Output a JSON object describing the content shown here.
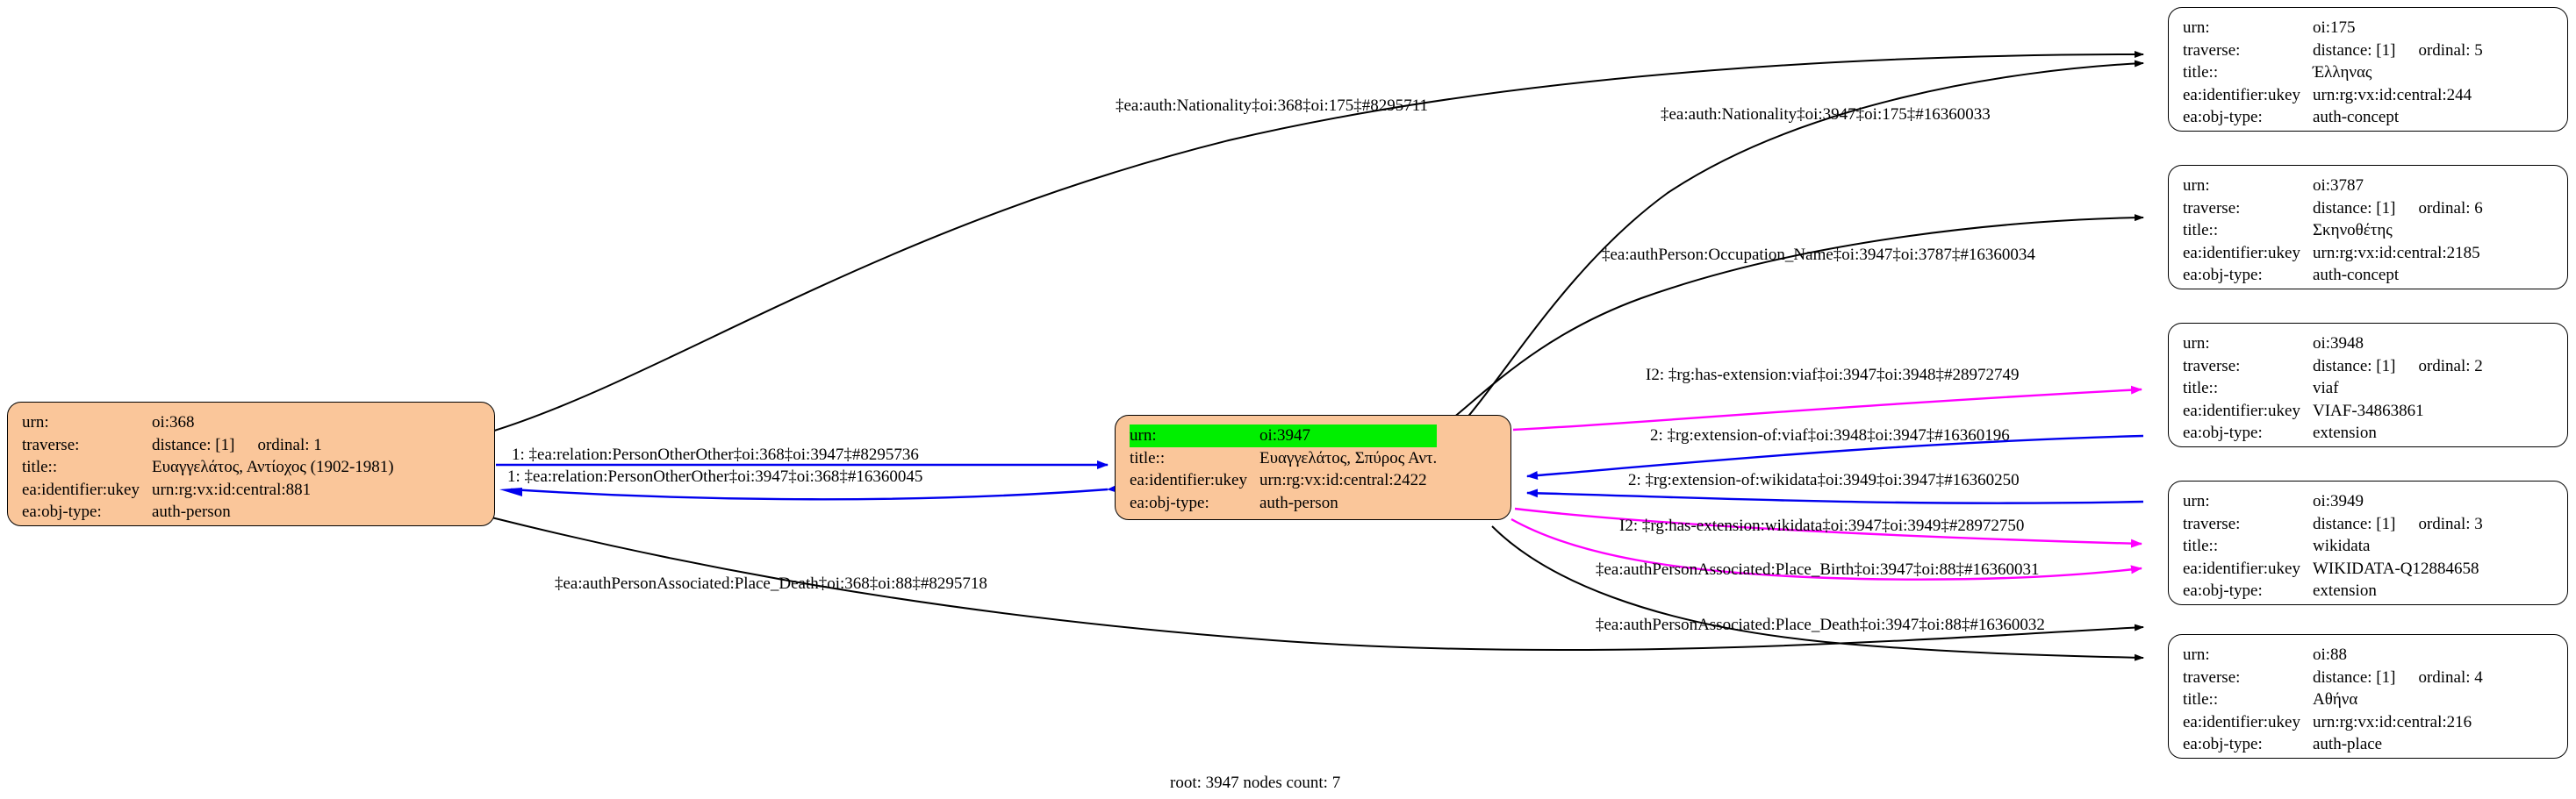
{
  "graph": {
    "footer": "root: 3947 nodes count: 7",
    "field_labels": {
      "urn": "urn:",
      "traverse": "traverse:",
      "title": "title::",
      "ukey": "ea:identifier:ukey",
      "objtype": "ea:obj-type:"
    },
    "colors": {
      "node_fill": "#fac69a",
      "node_plain": "#ffffff",
      "highlight": "#00ef00",
      "edge_black": "#000000",
      "edge_blue": "#0000ee",
      "edge_magenta": "#ff00ff",
      "border": "#000000"
    }
  },
  "nodes": [
    {
      "id": "oi368",
      "urn": "oi:368",
      "traverse_distance": "distance: [1]",
      "traverse_ordinal": "ordinal: 1",
      "title": "Ευαγγελάτος, Αντίοχος (1902-1981)",
      "ukey": "urn:rg:vx:id:central:881",
      "objtype": "auth-person",
      "filled": true,
      "highlight_urn": false
    },
    {
      "id": "oi3947",
      "urn": "oi:3947",
      "traverse_distance": "",
      "traverse_ordinal": "",
      "title": "Ευαγγελάτος, Σπύρος Αντ.",
      "ukey": "urn:rg:vx:id:central:2422",
      "objtype": "auth-person",
      "filled": true,
      "highlight_urn": true
    },
    {
      "id": "oi175",
      "urn": "oi:175",
      "traverse_distance": "distance: [1]",
      "traverse_ordinal": "ordinal: 5",
      "title": "Έλληνας",
      "ukey": "urn:rg:vx:id:central:244",
      "objtype": "auth-concept",
      "filled": false,
      "highlight_urn": false
    },
    {
      "id": "oi3787",
      "urn": "oi:3787",
      "traverse_distance": "distance: [1]",
      "traverse_ordinal": "ordinal: 6",
      "title": "Σκηνοθέτης",
      "ukey": "urn:rg:vx:id:central:2185",
      "objtype": "auth-concept",
      "filled": false,
      "highlight_urn": false
    },
    {
      "id": "oi3948",
      "urn": "oi:3948",
      "traverse_distance": "distance: [1]",
      "traverse_ordinal": "ordinal: 2",
      "title": "viaf",
      "ukey": "VIAF-34863861",
      "objtype": "extension",
      "filled": false,
      "highlight_urn": false
    },
    {
      "id": "oi3949",
      "urn": "oi:3949",
      "traverse_distance": "distance: [1]",
      "traverse_ordinal": "ordinal: 3",
      "title": "wikidata",
      "ukey": "WIKIDATA-Q12884658",
      "objtype": "extension",
      "filled": false,
      "highlight_urn": false
    },
    {
      "id": "oi88",
      "urn": "oi:88",
      "traverse_distance": "distance: [1]",
      "traverse_ordinal": "ordinal: 4",
      "title": "Αθήνα",
      "ukey": "urn:rg:vx:id:central:216",
      "objtype": "auth-place",
      "filled": false,
      "highlight_urn": false
    }
  ],
  "edges": [
    {
      "id": "e1",
      "label": "‡ea:auth:Nationality‡oi:368‡oi:175‡#8295711",
      "color": "#000000"
    },
    {
      "id": "e2",
      "label": "‡ea:auth:Nationality‡oi:3947‡oi:175‡#16360033",
      "color": "#000000"
    },
    {
      "id": "e3",
      "label": "‡ea:authPerson:Occupation_Name‡oi:3947‡oi:3787‡#16360034",
      "color": "#000000"
    },
    {
      "id": "e4",
      "label": "I2: ‡rg:has-extension:viaf‡oi:3947‡oi:3948‡#28972749",
      "color": "#ff00ff"
    },
    {
      "id": "e5",
      "label": "2: ‡rg:extension-of:viaf‡oi:3948‡oi:3947‡#16360196",
      "color": "#0000ee"
    },
    {
      "id": "e6",
      "label": "2: ‡rg:extension-of:wikidata‡oi:3949‡oi:3947‡#16360250",
      "color": "#0000ee"
    },
    {
      "id": "e7",
      "label": "I2: ‡rg:has-extension:wikidata‡oi:3947‡oi:3949‡#28972750",
      "color": "#ff00ff"
    },
    {
      "id": "e8",
      "label": "‡ea:authPersonAssociated:Place_Birth‡oi:3947‡oi:88‡#16360031",
      "color": "#ff00ff"
    },
    {
      "id": "e9",
      "label": "‡ea:authPersonAssociated:Place_Death‡oi:3947‡oi:88‡#16360032",
      "color": "#000000"
    },
    {
      "id": "e10",
      "label": "1: ‡ea:relation:PersonOtherOther‡oi:368‡oi:3947‡#8295736",
      "color": "#0000ee"
    },
    {
      "id": "e11",
      "label": "1: ‡ea:relation:PersonOtherOther‡oi:3947‡oi:368‡#16360045",
      "color": "#0000ee"
    },
    {
      "id": "e12",
      "label": "‡ea:authPersonAssociated:Place_Death‡oi:368‡oi:88‡#8295718",
      "color": "#000000"
    }
  ]
}
